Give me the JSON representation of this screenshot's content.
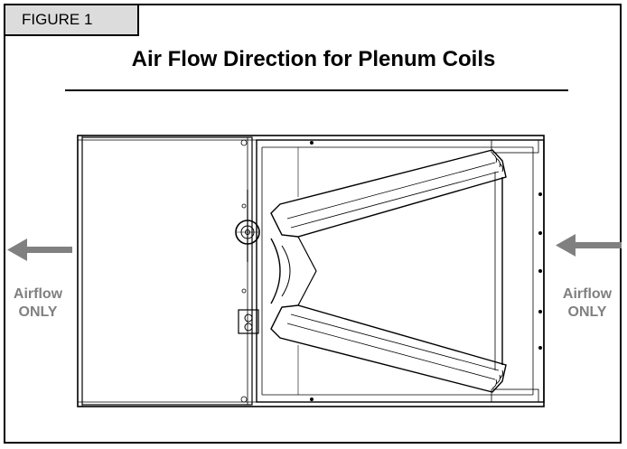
{
  "figure": {
    "label": "FIGURE 1"
  },
  "title": "Air Flow Direction for Plenum Coils",
  "airflow_left": {
    "line1": "Airflow",
    "line2": "ONLY",
    "direction": "left"
  },
  "airflow_right": {
    "line1": "Airflow",
    "line2": "ONLY",
    "direction": "left"
  },
  "colors": {
    "arrow": "#808080",
    "line": "#000000",
    "tab_bg": "#dcdcdc"
  }
}
